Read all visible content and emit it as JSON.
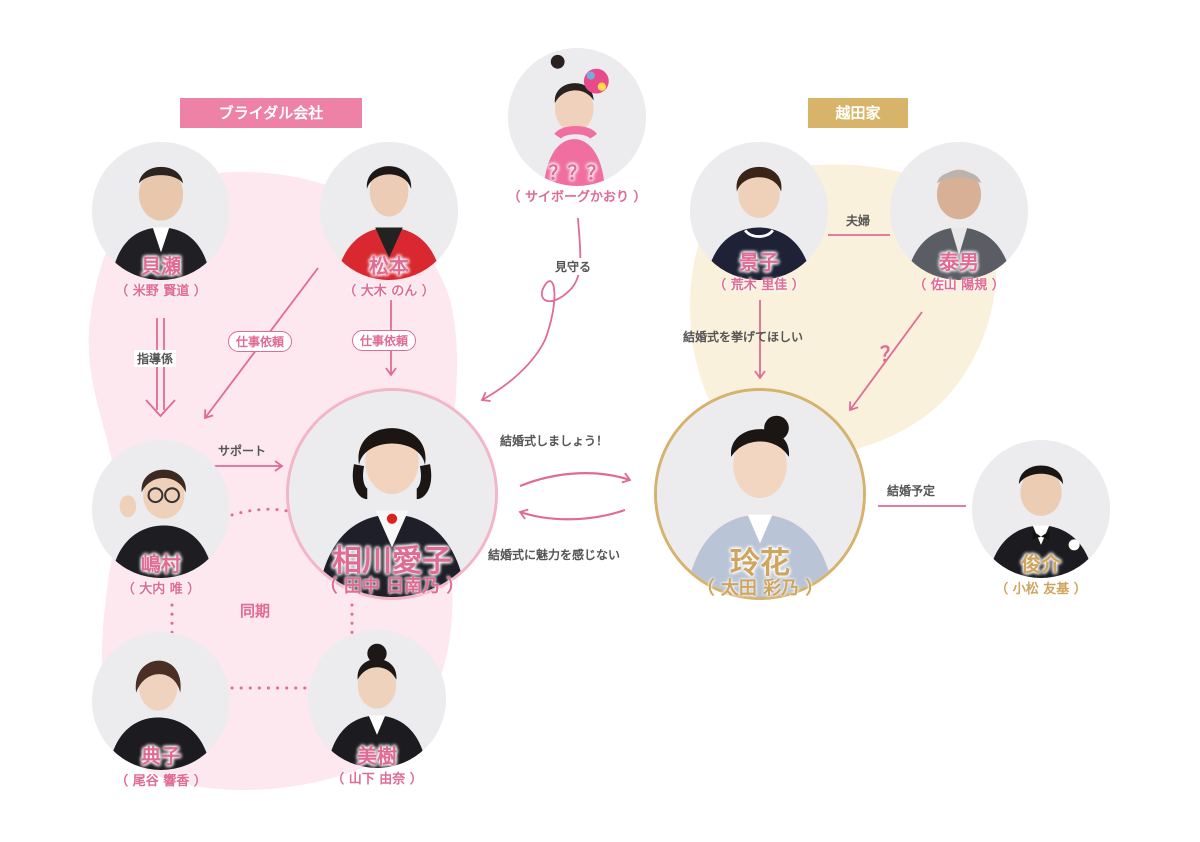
{
  "groups": {
    "bridal": "ブライダル会社",
    "koshida": "越田家"
  },
  "colors": {
    "pink": "#e06b93",
    "pink_bg": "#fce8ee",
    "gold": "#cfa55e",
    "gold_tag": "#d8b46a",
    "gold_bg": "#faf1dd",
    "tag_pink": "#ee82a6"
  },
  "people": {
    "kaise": {
      "name": "貝瀬",
      "actor": "（ 米野 賢道 ）"
    },
    "matsumoto": {
      "name": "松本",
      "actor": "（ 大木 のん ）"
    },
    "unknown": {
      "name": "？？？",
      "actor": "（ サイボーグかおり ）"
    },
    "aiko": {
      "name": "相川愛子",
      "actor": "（ 田中 日南乃 ）"
    },
    "shimamura": {
      "name": "嶋村",
      "actor": "（ 大内 唯 ）"
    },
    "noriko": {
      "name": "典子",
      "actor": "（ 尾谷 響香 ）"
    },
    "miki": {
      "name": "美樹",
      "actor": "（ 山下 由奈 ）"
    },
    "keiko": {
      "name": "景子",
      "actor": "（ 荒木 里佳 ）"
    },
    "yasuo": {
      "name": "泰男",
      "actor": "（ 佐山 陽規 ）"
    },
    "reika": {
      "name": "玲花",
      "actor": "（ 太田 彩乃 ）"
    },
    "shunsuke": {
      "name": "俊介",
      "actor": "（ 小松 友基 ）"
    }
  },
  "relations": {
    "shidou": "指導係",
    "shigoto1": "仕事依頼",
    "shigoto2": "仕事依頼",
    "mimamoru": "見守る",
    "support": "サポート",
    "douki": "同期",
    "kekkon_shimashou": "結婚式しましょう！",
    "kekkon_miryoku": "結婚式に魅力を感じない",
    "fuufu": "夫婦",
    "agete_hoshii": "結婚式を挙げてほしい",
    "question": "？",
    "kekkon_yotei": "結婚予定"
  }
}
